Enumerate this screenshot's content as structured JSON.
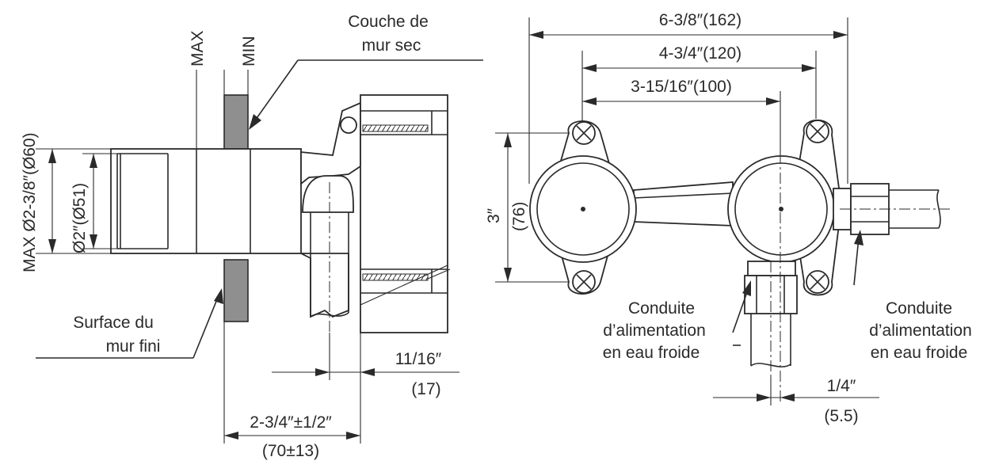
{
  "labels": {
    "max_wall": "MAX",
    "min_wall": "MIN",
    "drywall_line1": "Couche de",
    "drywall_line2": "mur sec",
    "finished_wall_line1": "Surface du",
    "finished_wall_line2": "mur fini",
    "supply_left_line1": "Conduite",
    "supply_left_line2": "d’alimentation",
    "supply_left_line3": "en eau froide",
    "supply_right_line1": "Conduite",
    "supply_right_line2": "d’alimentation",
    "supply_right_line3": "en eau froide"
  },
  "dimensions": {
    "max_diameter": "MAX Ø2-3/8″(Ø60)",
    "inner_diameter": "Ø2″(Ø51)",
    "offset_in": "11/16″",
    "offset_mm": "(17)",
    "depth_in": "2-3/4″±1/2″",
    "depth_mm": "(70±13)",
    "overall_width": "6-3/8″(162)",
    "mount_width": "4-3/4″(120)",
    "center_width": "3-15/16″(100)",
    "height_in": "3″",
    "height_mm": "(76)",
    "pipe_offset_in": "1/4″",
    "pipe_offset_mm": "(5.5)"
  }
}
